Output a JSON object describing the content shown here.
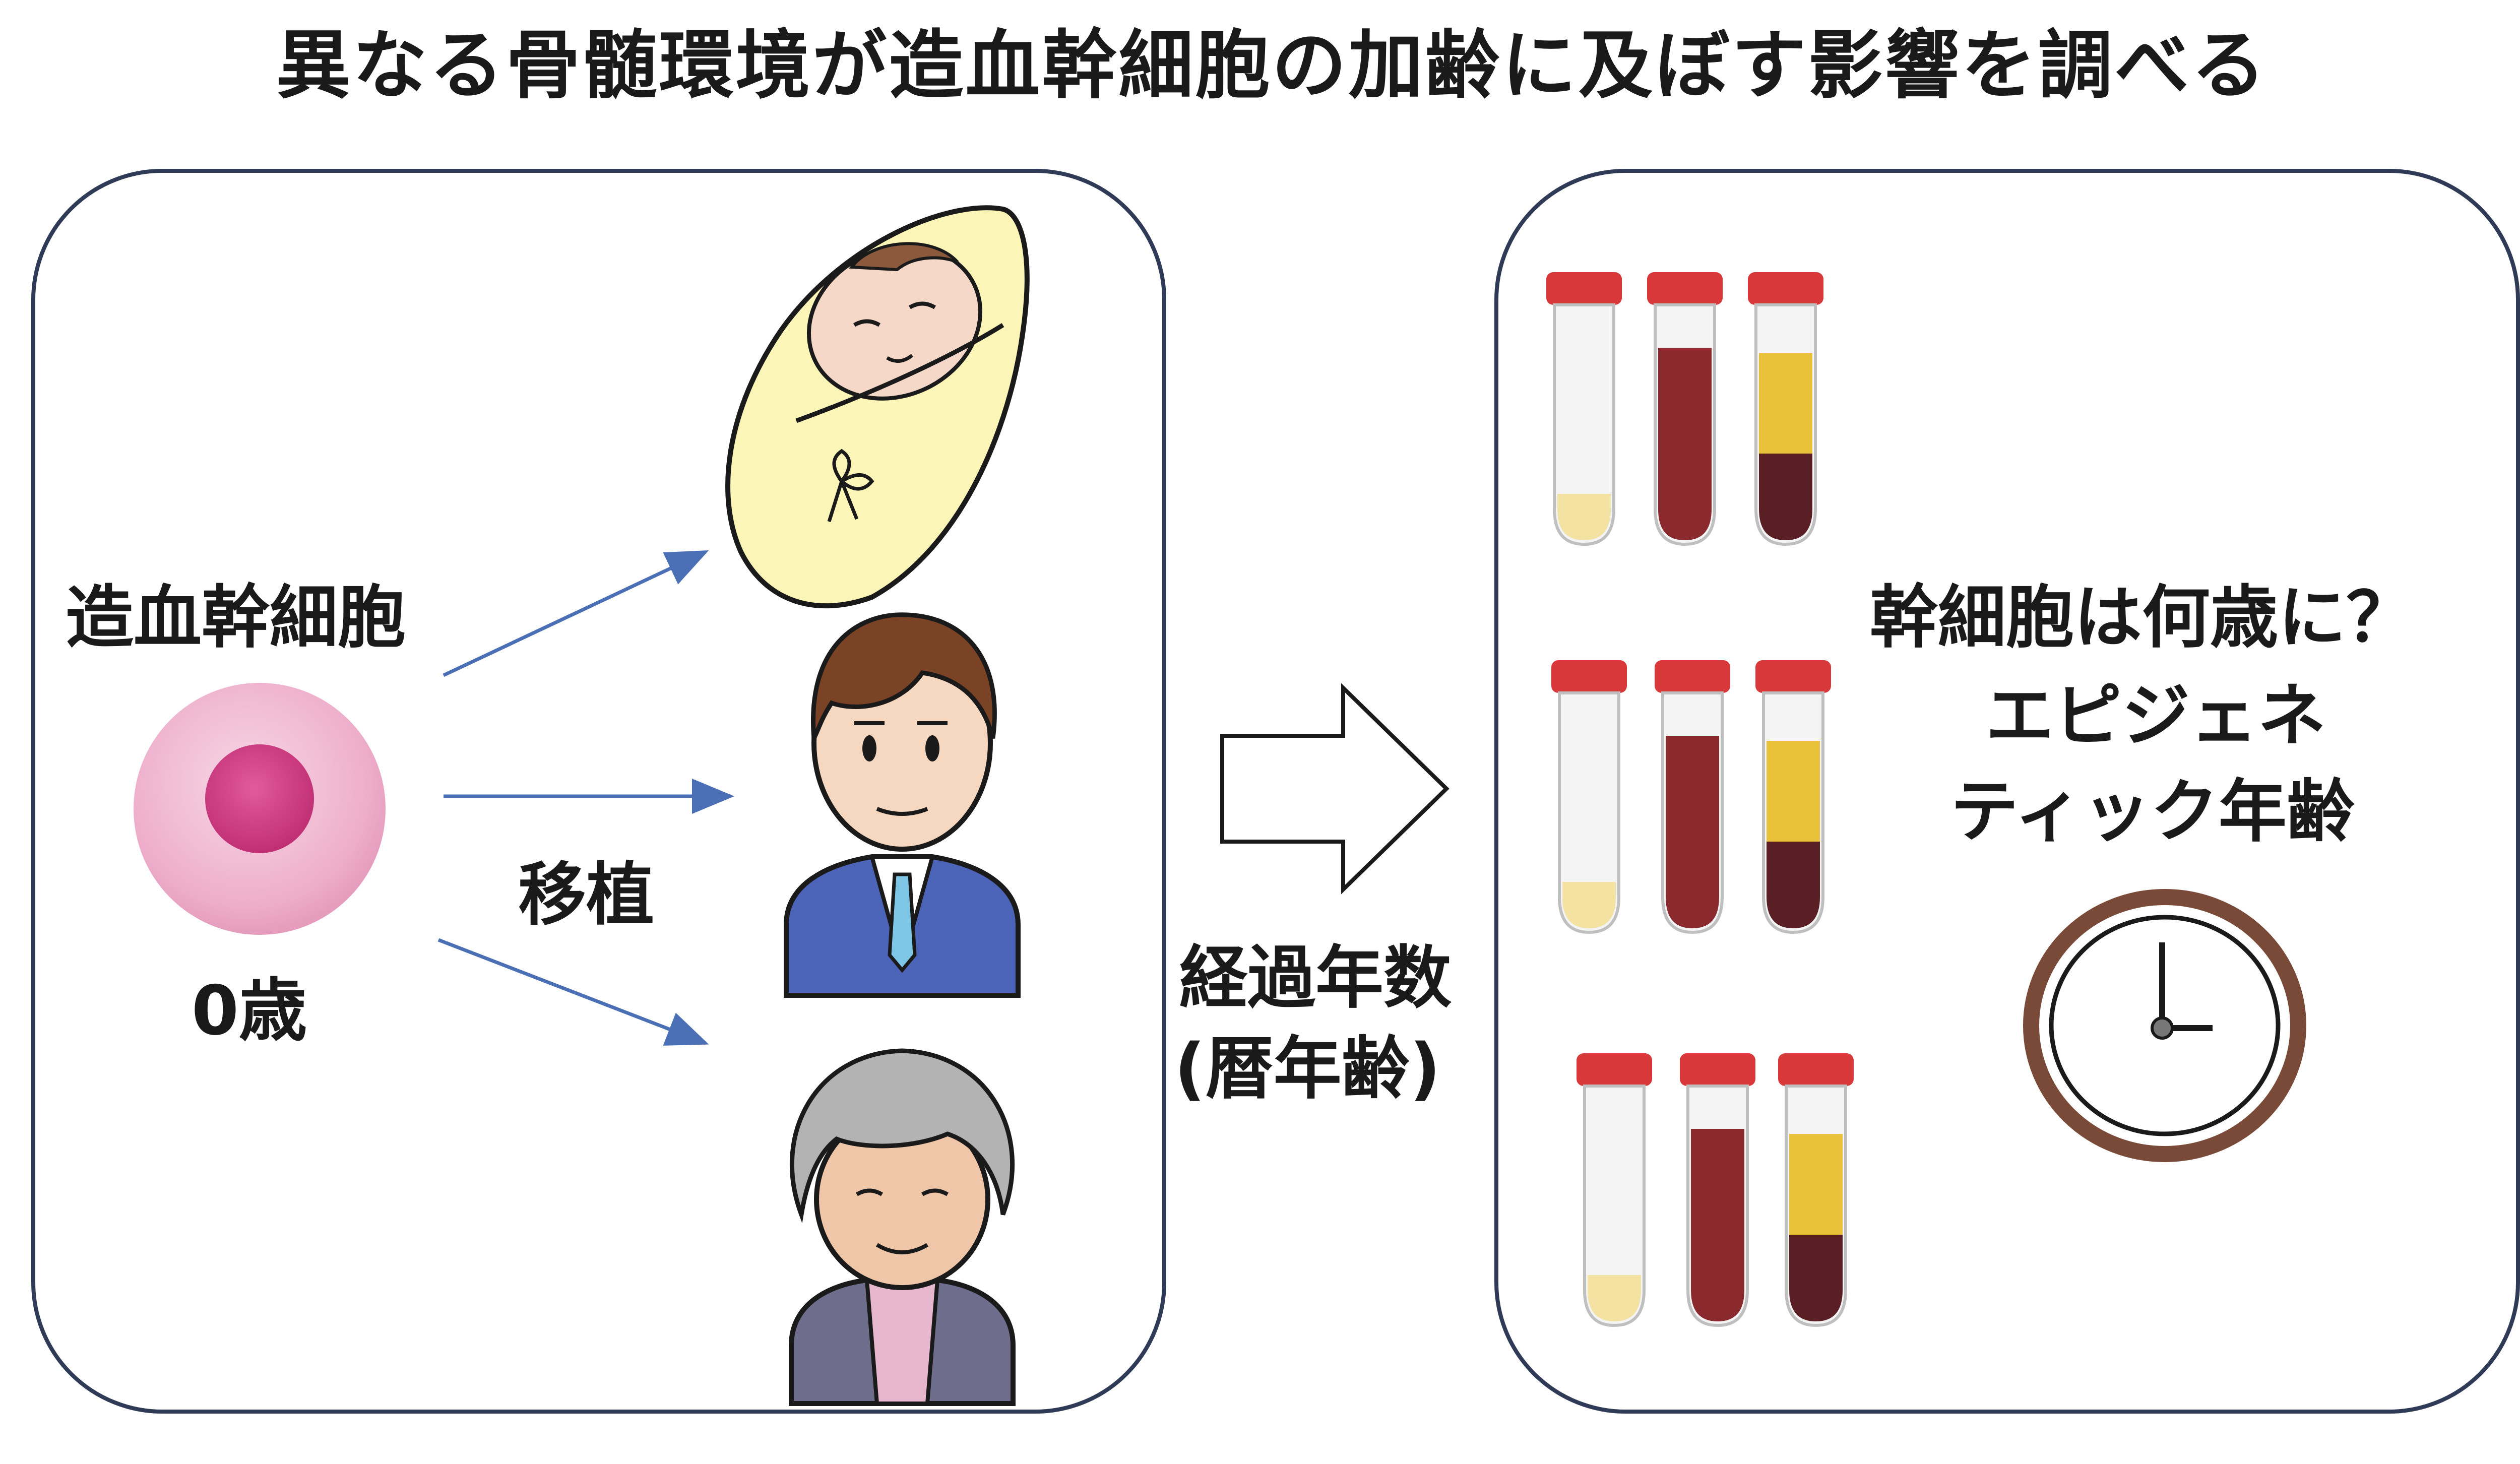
{
  "title": "異なる骨髄環境が造血幹細胞の加齢に及ぼす影響を調べる",
  "left_panel": {
    "cell_label": "造血幹細胞",
    "cell_age": "0歳",
    "transplant_label": "移植",
    "recipients": [
      "baby-icon",
      "adult-man-icon",
      "elderly-woman-icon"
    ]
  },
  "middle": {
    "elapsed_label": "経過年数",
    "calendar_age_label": "(暦年齢)"
  },
  "right_panel": {
    "question_line1": "幹細胞は何歳に？",
    "question_line2": "エピジェネ",
    "question_line3": "ティック年齢",
    "clock_icon": "clock-icon"
  },
  "colors": {
    "border": "#2f3a57",
    "arrow": "#4a6fb5",
    "cap": "#d9383b",
    "blood": "#8a2a2e",
    "plasma": "#e9c13a",
    "cell_body": "#f2bfd6",
    "cell_nucleus": "#d43f86",
    "clock_rim": "#7a4a38"
  }
}
